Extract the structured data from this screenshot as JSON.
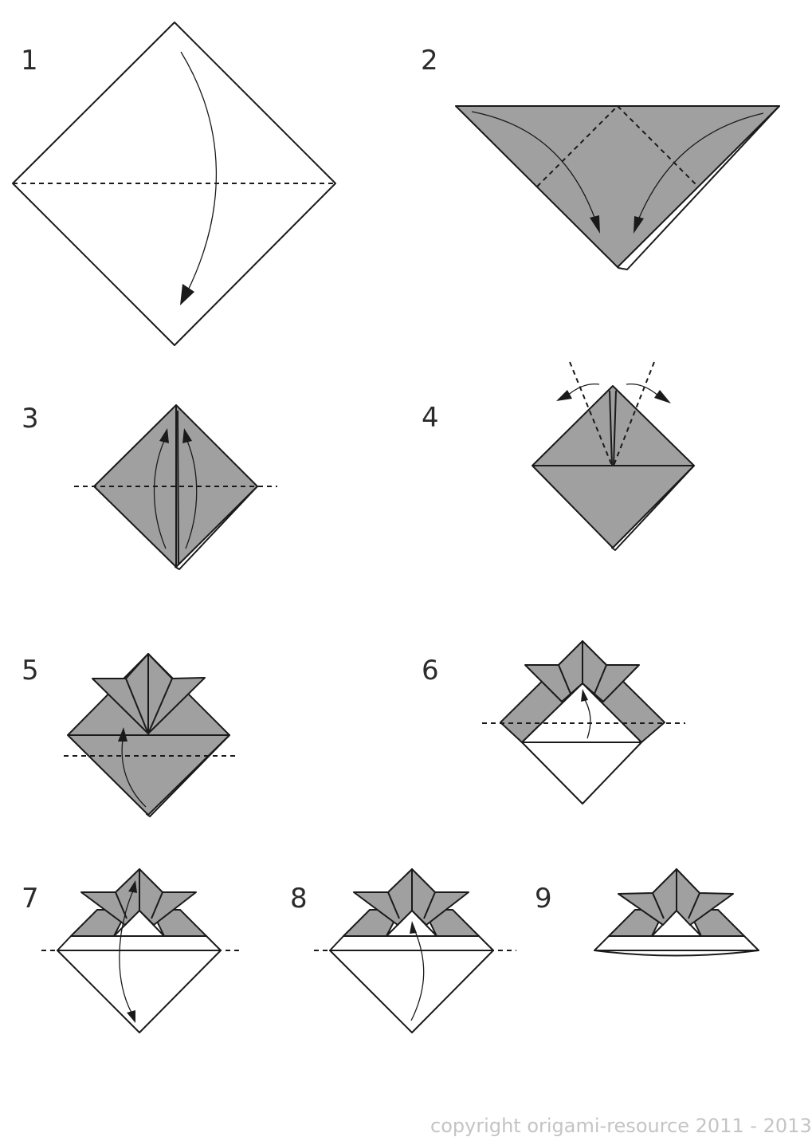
{
  "steps": [
    {
      "number": "1"
    },
    {
      "number": "2"
    },
    {
      "number": "3"
    },
    {
      "number": "4"
    },
    {
      "number": "5"
    },
    {
      "number": "6"
    },
    {
      "number": "7"
    },
    {
      "number": "8"
    },
    {
      "number": "9"
    }
  ],
  "footer": {
    "copyright": "copyright  origami-resource  2011 - 2013"
  },
  "colors": {
    "paper_gray": "#a0a0a0",
    "paper_white": "#ffffff",
    "line": "#1a1a1a"
  }
}
